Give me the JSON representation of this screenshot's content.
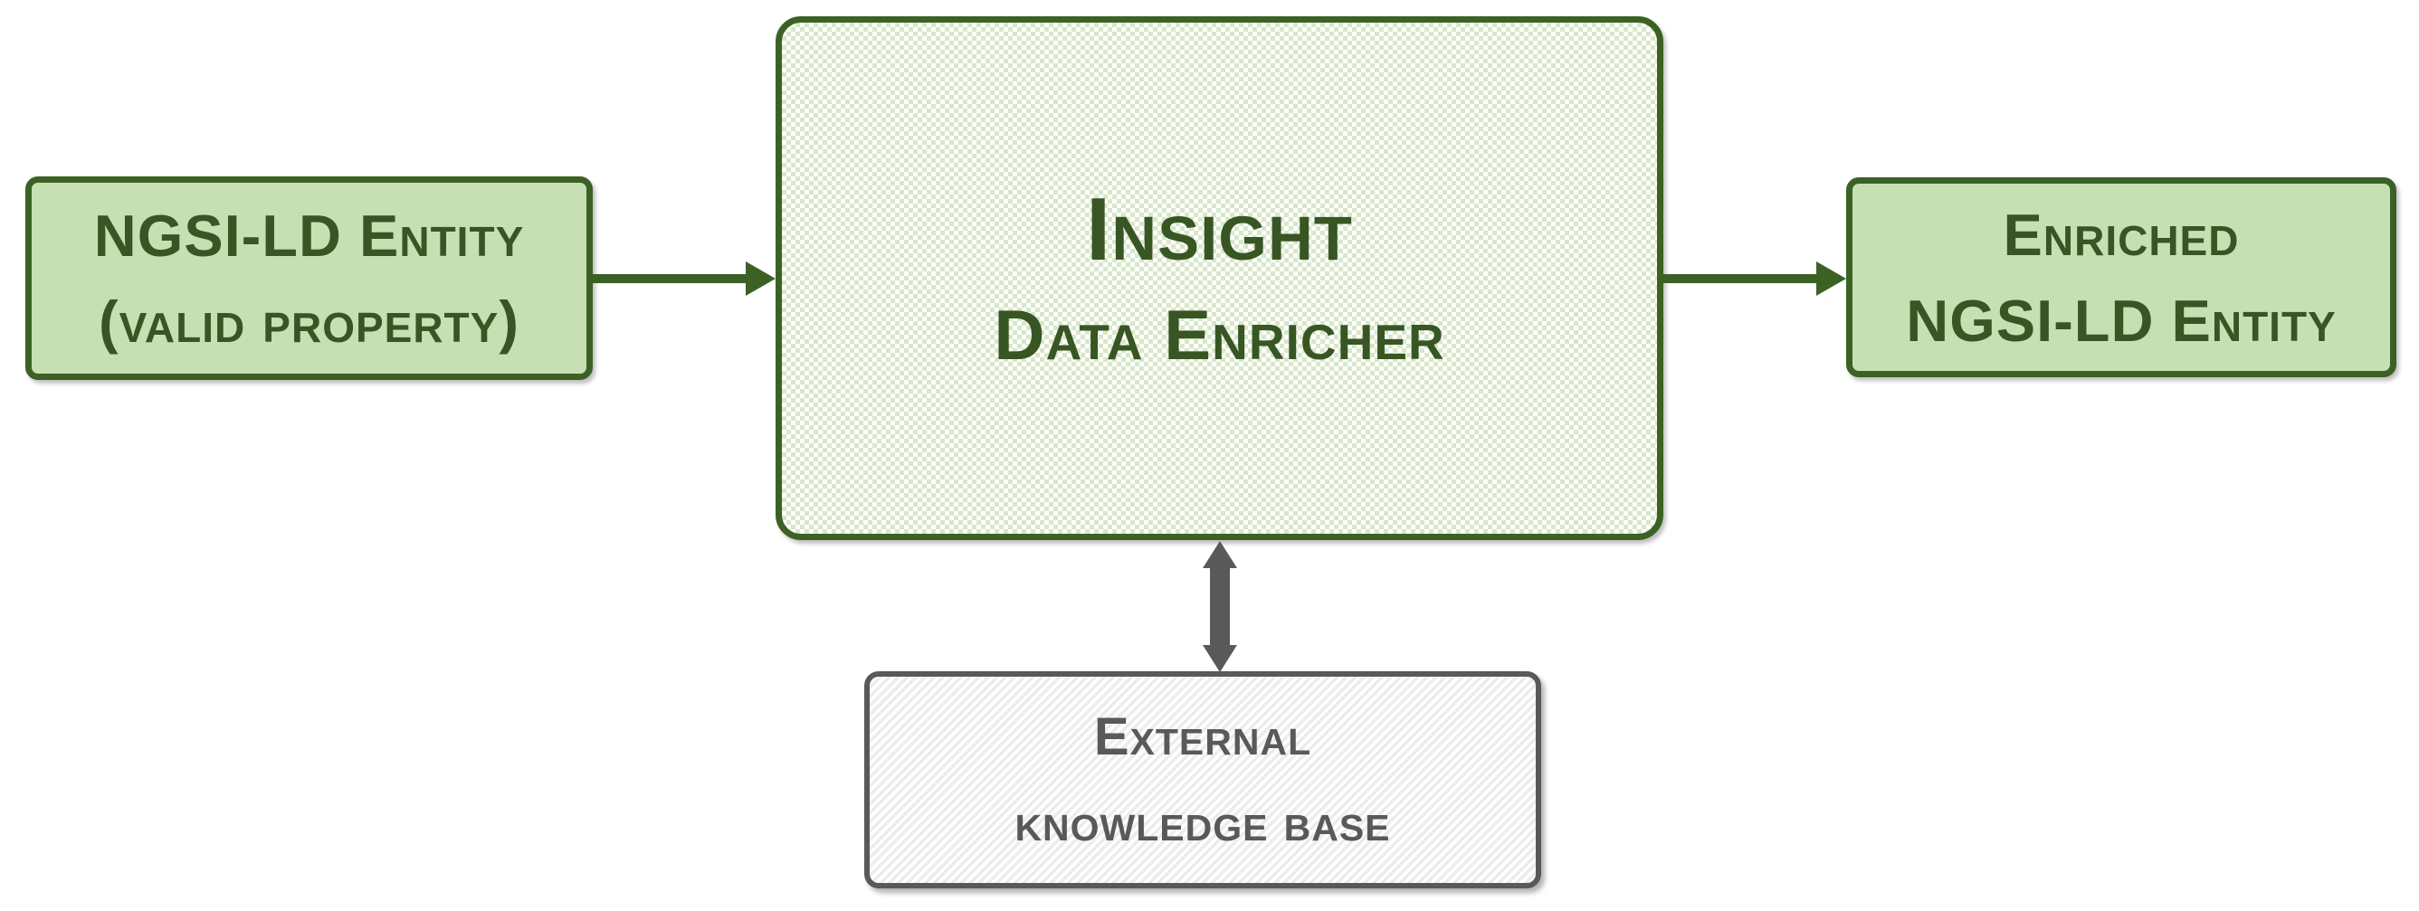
{
  "diagram": {
    "nodes": [
      {
        "id": "input-entity",
        "line1": "NGSI-LD Entity",
        "line2": "(valid property)"
      },
      {
        "id": "insight-enricher",
        "line1": "Insight",
        "line2": "Data Enricher"
      },
      {
        "id": "enriched-entity",
        "line1": "Enriched",
        "line2": "NGSI-LD Entity"
      },
      {
        "id": "knowledge-base",
        "line1": "External",
        "line2": "knowledge base"
      }
    ],
    "connectors": [
      {
        "id": "input-to-enricher",
        "from": "input-entity",
        "to": "insight-enricher",
        "direction": "right",
        "color": "#3c6125"
      },
      {
        "id": "enricher-to-output",
        "from": "insight-enricher",
        "to": "enriched-entity",
        "direction": "right",
        "color": "#3c6125"
      },
      {
        "id": "enricher-kb-link",
        "from": "insight-enricher",
        "to": "knowledge-base",
        "direction": "bidirectional-vertical",
        "color": "#595959"
      }
    ],
    "colors": {
      "background": "#ffffff",
      "green_fill": "#c6e0b4",
      "green_pattern_fill": "#d8e7c9",
      "green_border": "#3c6125",
      "green_text": "#375623",
      "gray_border": "#595959",
      "gray_text": "#595959",
      "gray_arrow": "#595959",
      "hatch_stripe": "#ececec"
    }
  }
}
